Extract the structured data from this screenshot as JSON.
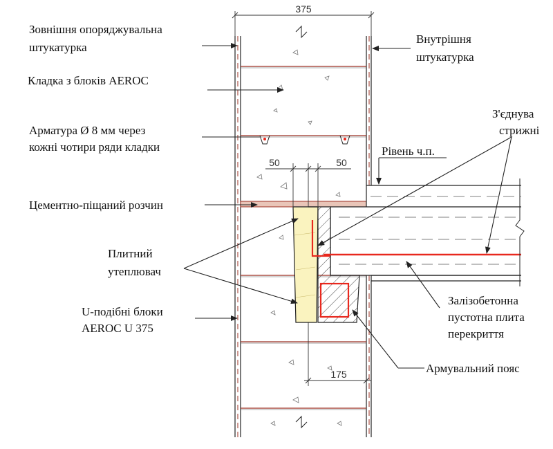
{
  "dimensions": {
    "wall_width": "375",
    "insulation_left": "50",
    "insulation_right": "50",
    "belt_width": "175"
  },
  "labels": {
    "exterior_plaster": [
      "Зовнішня опоряджувальна",
      "штукатурка"
    ],
    "interior_plaster": [
      "Внутрішня",
      "штукатурка"
    ],
    "masonry": [
      "Кладка з блоків AEROC"
    ],
    "rebar": [
      "Арматура Ø 8 мм через",
      "кожні чотири ряди кладки"
    ],
    "connecting_rods": [
      "З'єднува",
      "стрижні"
    ],
    "floor_level": [
      "Рівень ч.п."
    ],
    "mortar": [
      "Цементно-піщаний розчин"
    ],
    "insulation": [
      "Плитний",
      "утеплювач"
    ],
    "u_blocks": [
      "U-подібні блоки",
      "AEROC U 375"
    ],
    "slab": [
      "Залізобетонна",
      "пустотна плита",
      "перекриття"
    ],
    "reinforcing_belt": [
      "Армувальний пояс"
    ]
  },
  "colors": {
    "line": "#222222",
    "brick_line": "#9b2f22",
    "rebar_red": "#e8281e",
    "insulation_fill": "#faf3bf",
    "mortar_fill": "#e9c5b8"
  }
}
